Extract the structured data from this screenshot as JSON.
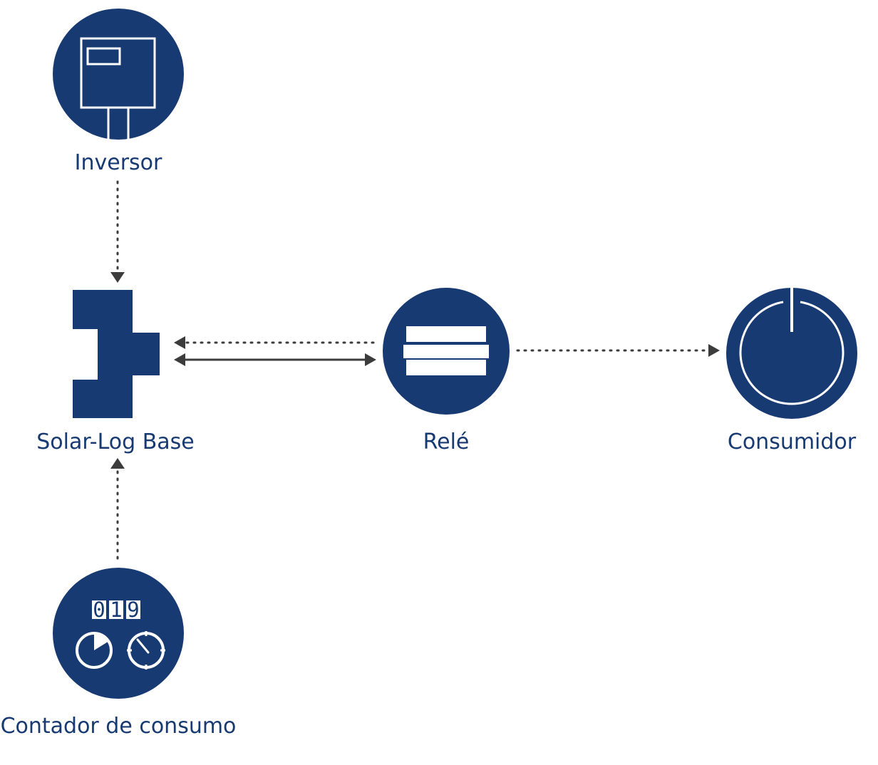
{
  "colors": {
    "primary": "#173a72",
    "connector": "#3c3c3c",
    "background": "#ffffff"
  },
  "nodes": {
    "inverter": {
      "label": "Inversor",
      "icon": "inverter-icon"
    },
    "solarlog": {
      "label": "Solar-Log Base",
      "icon": "solar-log-device-icon"
    },
    "relay": {
      "label": "Relé",
      "icon": "relay-icon"
    },
    "consumer": {
      "label": "Consumidor",
      "icon": "power-button-icon"
    },
    "meter": {
      "label": "Contador de consumo",
      "icon": "energy-meter-icon",
      "reading": [
        "0",
        "1",
        "9"
      ]
    }
  },
  "connections": [
    {
      "from": "inverter",
      "to": "solarlog",
      "style": "dotted"
    },
    {
      "from": "relay",
      "to": "solarlog",
      "style": "dotted"
    },
    {
      "from": "solarlog",
      "to": "relay",
      "style": "solid-bidirectional"
    },
    {
      "from": "relay",
      "to": "consumer",
      "style": "dotted"
    },
    {
      "from": "meter",
      "to": "solarlog",
      "style": "dotted"
    }
  ]
}
